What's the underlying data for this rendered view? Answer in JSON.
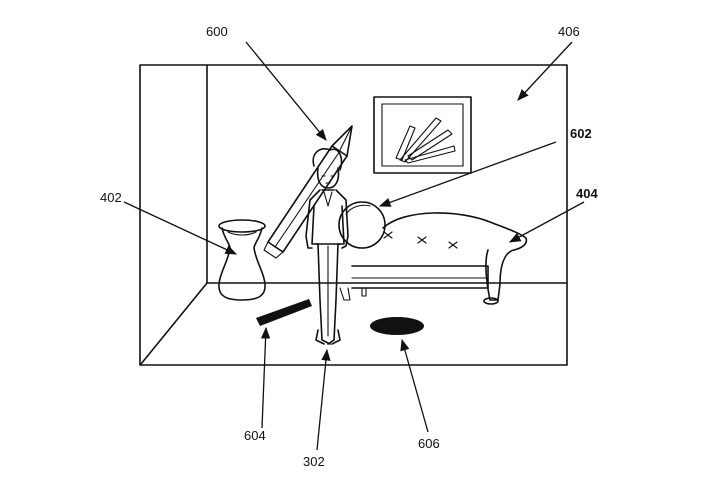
{
  "labels": {
    "character": "302",
    "vase": "402",
    "sofa": "404",
    "room": "406",
    "pencil": "600",
    "ball": "602",
    "pencil_shadow": "604",
    "ball_shadow": "606"
  },
  "colors": {
    "ink": "#111111",
    "paper": "#ffffff"
  }
}
